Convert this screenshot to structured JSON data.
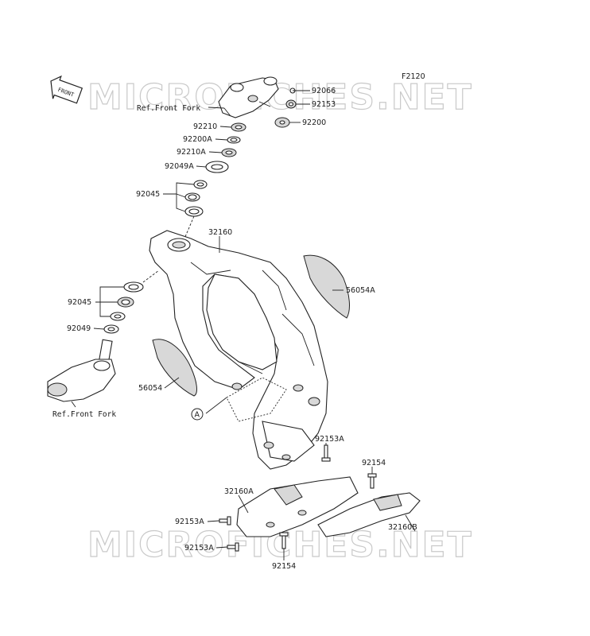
{
  "diagram_code": "F2120",
  "watermark": "MICROFICHES.NET",
  "front_label": "FRONT",
  "callout": "A",
  "labels": {
    "p92066": "92066",
    "ref_fork_top": "Ref.Front Fork",
    "p92153": "92153",
    "p92200": "92200",
    "p92210": "92210",
    "p92200A": "92200A",
    "p92210A": "92210A",
    "p92049A": "92049A",
    "p92045_top": "92045",
    "p32160": "32160",
    "p56054A": "56054A",
    "p92045_mid": "92045",
    "p92049": "92049",
    "p56054": "56054",
    "ref_fork_bottom": "Ref.Front Fork",
    "p92153A_top": "92153A",
    "p92154_right": "92154",
    "p32160A": "32160A",
    "p92153A_left": "92153A",
    "p32160B": "32160B",
    "p92153A_bottom": "92153A",
    "p92154_bottom": "92154"
  }
}
